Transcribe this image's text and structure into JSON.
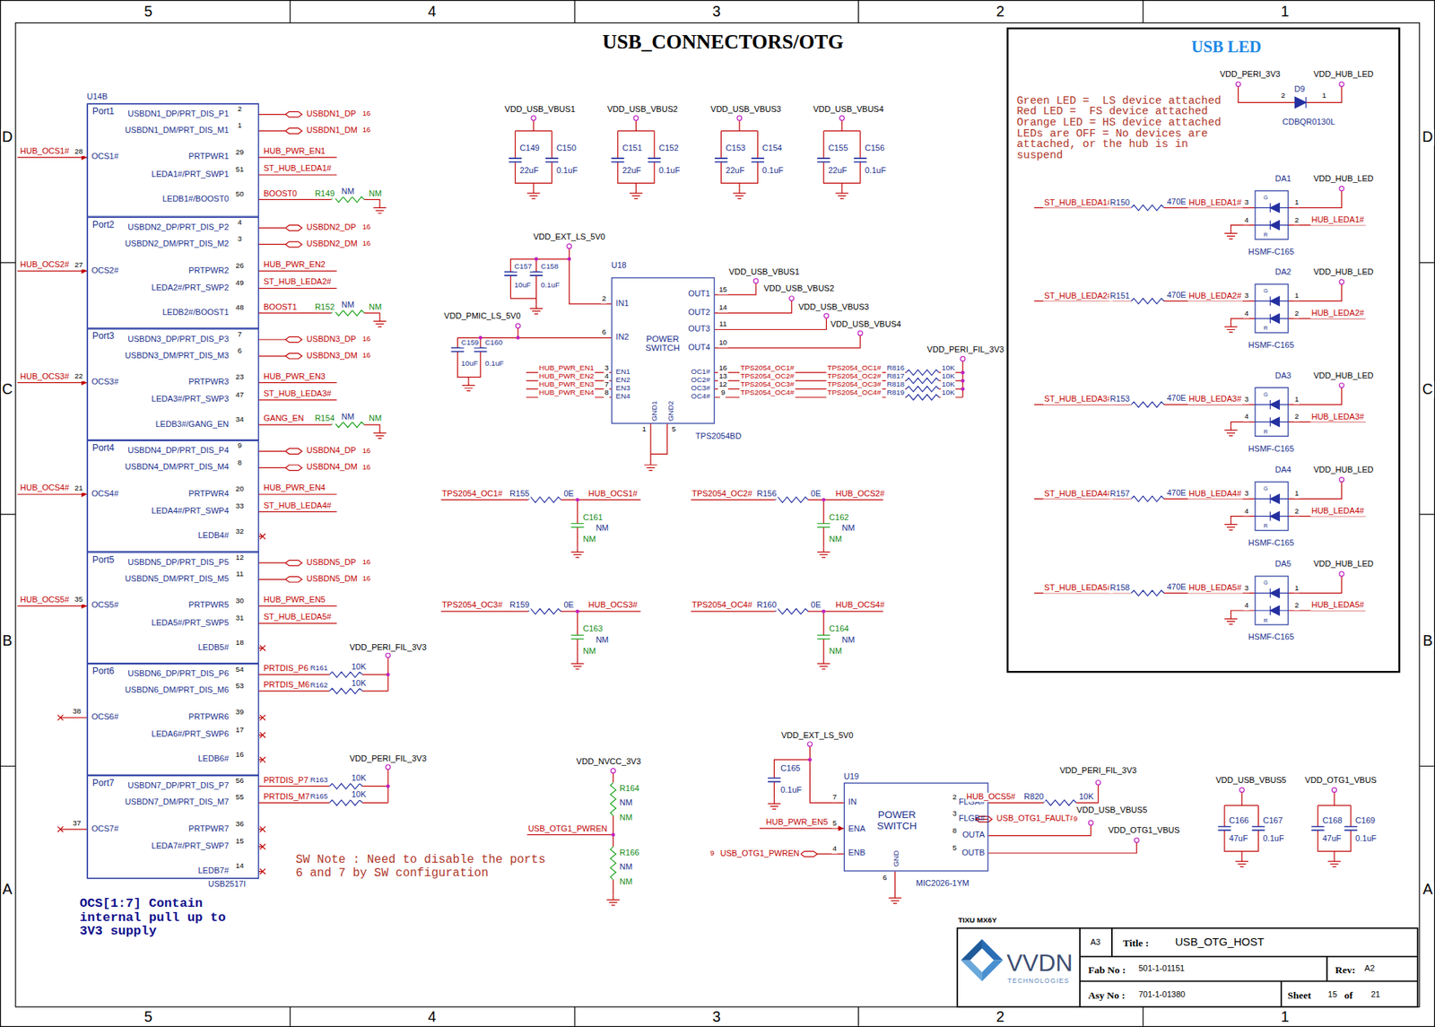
{
  "diagram": {
    "title": "USB_CONNECTORS/OTG",
    "nodes": [
      {
        "text": [
          "U14B",
          "USB2517I"
        ]
      },
      {
        "text": [
          "Port1",
          "USBDN1_DP/PRT_DIS_P1",
          "USBDN1_DM/PRT_DIS_M1",
          "OCS1#",
          "PRTPWR1",
          "LEDA1#/PRT_SWP1",
          "LEDB1#/BOOST0"
        ],
        "in": 0
      },
      {
        "text": [
          "Port2",
          "USBDN2_DP/PRT_DIS_P2",
          "USBDN2_DM/PRT_DIS_M2",
          "OCS2#",
          "PRTPWR2",
          "LEDA2#/PRT_SWP2",
          "LEDB2#/BOOST1"
        ],
        "in": 0
      },
      {
        "text": [
          "Port3",
          "USBDN3_DP/PRT_DIS_P3",
          "USBDN3_DM/PRT_DIS_M3",
          "OCS3#",
          "PRTPWR3",
          "LEDA3#/PRT_SWP3",
          "LEDB3#/GANG_EN"
        ],
        "in": 0
      },
      {
        "text": [
          "Port4",
          "USBDN4_DP/PRT_DIS_P4",
          "USBDN4_DM/PRT_DIS_M4",
          "OCS4#",
          "PRTPWR4",
          "LEDA4#/PRT_SWP4",
          "LEDB4#"
        ],
        "in": 0
      },
      {
        "text": [
          "Port5",
          "USBDN5_DP/PRT_DIS_P5",
          "USBDN5_DM/PRT_DIS_M5",
          "OCS5#",
          "PRTPWR5",
          "LEDA5#/PRT_SWP5",
          "LEDB5#"
        ],
        "in": 0
      },
      {
        "text": [
          "Port6",
          "USBDN6_DP/PRT_DIS_P6",
          "USBDN6_DM/PRT_DIS_M6",
          "OCS6#",
          "PRTPWR6",
          "LEDA6#/PRT_SWP6",
          "LEDB6#"
        ],
        "in": 0
      },
      {
        "text": [
          "Port7",
          "USBDN7_DP/PRT_DIS_P7",
          "USBDN7_DM/PRT_DIS_M7",
          "OCS7#",
          "PRTPWR7",
          "LEDA7#/PRT_SWP7",
          "LEDB7#"
        ],
        "in": 0
      },
      {
        "text": [
          "U18",
          "POWER SWITCH",
          "IN1",
          "IN2",
          "EN1",
          "EN2",
          "EN3",
          "EN4",
          "OUT1",
          "OUT2",
          "OUT3",
          "OUT4",
          "OC1#",
          "OC2#",
          "OC3#",
          "OC4#",
          "GND1",
          "GND2",
          "TPS2054BD"
        ]
      },
      {
        "text": [
          "U19",
          "POWER SWITCH",
          "IN",
          "ENA",
          "ENB",
          "GND",
          "FLGA#",
          "FLGB#",
          "OUTA",
          "OUTB",
          "MIC2026-1YM"
        ]
      },
      {
        "text": [
          "USB LED"
        ]
      },
      {
        "text": [
          "DA1",
          "G",
          "R",
          "HSMF-C165"
        ],
        "in": 10
      },
      {
        "text": [
          "DA2",
          "G",
          "R",
          "HSMF-C165"
        ],
        "in": 10
      },
      {
        "text": [
          "DA3",
          "G",
          "R",
          "HSMF-C165"
        ],
        "in": 10
      },
      {
        "text": [
          "DA4",
          "G",
          "R",
          "HSMF-C165"
        ],
        "in": 10
      },
      {
        "text": [
          "DA5",
          "G",
          "R",
          "HSMF-C165"
        ],
        "in": 10
      }
    ],
    "labels": [
      "5",
      "4",
      "3",
      "2",
      "1",
      "D",
      "C",
      "B",
      "A",
      "D",
      "C",
      "B",
      "A",
      "5",
      "4",
      "3",
      "2",
      "1",
      "28",
      "HUB_OCS1#",
      "2",
      "USBDN1_DP",
      "16",
      "1",
      "USBDN1_DM",
      "16",
      "29",
      "HUB_PWR_EN1",
      "51",
      "ST_HUB_LEDA1#",
      "50",
      "BOOST0",
      "R149",
      "NM",
      "NM",
      "27",
      "HUB_OCS2#",
      "4",
      "USBDN2_DP",
      "16",
      "3",
      "USBDN2_DM",
      "16",
      "26",
      "HUB_PWR_EN2",
      "49",
      "ST_HUB_LEDA2#",
      "48",
      "BOOST1",
      "R152",
      "NM",
      "NM",
      "22",
      "HUB_OCS3#",
      "7",
      "USBDN3_DP",
      "16",
      "6",
      "USBDN3_DM",
      "16",
      "23",
      "HUB_PWR_EN3",
      "47",
      "ST_HUB_LEDA3#",
      "34",
      "GANG_EN",
      "R154",
      "NM",
      "NM",
      "21",
      "HUB_OCS4#",
      "9",
      "USBDN4_DP",
      "16",
      "8",
      "USBDN4_DM",
      "16",
      "20",
      "HUB_PWR_EN4",
      "33",
      "ST_HUB_LEDA4#",
      "32",
      "35",
      "HUB_OCS5#",
      "12",
      "USBDN5_DP",
      "16",
      "11",
      "USBDN5_DM",
      "16",
      "30",
      "HUB_PWR_EN5",
      "31",
      "ST_HUB_LEDA5#",
      "18",
      "38",
      "54",
      "PRTDIS_P6",
      "R161",
      "10K",
      "53",
      "PRTDIS_M6",
      "R162",
      "10K",
      "VDD_PERI_FIL_3V3",
      "39",
      "17",
      "16",
      "37",
      "56",
      "PRTDIS_P7",
      "R163",
      "10K",
      "55",
      "PRTDIS_M7",
      "R165",
      "10K",
      "VDD_PERI_FIL_3V3",
      "36",
      "15",
      "14",
      "OCS[1:7] Contain internal pull up to 3V3 supply",
      "SW Note : Need to disable the ports 6 and 7 by SW configuration",
      "VDD_USB_VBUS1",
      "C149",
      "C150",
      "22uF",
      "0.1uF",
      "VDD_USB_VBUS2",
      "C151",
      "C152",
      "22uF",
      "0.1uF",
      "VDD_USB_VBUS3",
      "C153",
      "C154",
      "22uF",
      "0.1uF",
      "VDD_USB_VBUS4",
      "C155",
      "C156",
      "22uF",
      "0.1uF",
      "VDD_EXT_LS_5V0",
      "C157",
      "C158",
      "10uF",
      "0.1uF",
      "VDD_PMIC_LS_5V0",
      "C159",
      "C160",
      "10uF",
      "0.1uF",
      "2",
      "6",
      "HUB_PWR_EN1",
      "3",
      "HUB_PWR_EN2",
      "4",
      "HUB_PWR_EN3",
      "7",
      "HUB_PWR_EN4",
      "8",
      "15",
      "VDD_USB_VBUS1",
      "14",
      "VDD_USB_VBUS2",
      "11",
      "VDD_USB_VBUS3",
      "10",
      "VDD_USB_VBUS4",
      "16",
      "TPS2054_OC1#",
      "13",
      "TPS2054_OC2#",
      "12",
      "TPS2054_OC3#",
      "9",
      "TPS2054_OC4#",
      "TPS2054_OC1#",
      "R816",
      "10K",
      "TPS2054_OC2#",
      "R817",
      "10K",
      "TPS2054_OC3#",
      "R818",
      "10K",
      "TPS2054_OC4#",
      "R819",
      "10K",
      "VDD_PERI_FIL_3V3",
      "1",
      "5",
      "TPS2054_OC1#",
      "R155",
      "0E",
      "HUB_OCS1#",
      "C161",
      "NM",
      "NM",
      "TPS2054_OC2#",
      "R156",
      "0E",
      "HUB_OCS2#",
      "C162",
      "NM",
      "NM",
      "TPS2054_OC3#",
      "R159",
      "0E",
      "HUB_OCS3#",
      "C163",
      "NM",
      "NM",
      "TPS2054_OC4#",
      "R160",
      "0E",
      "HUB_OCS4#",
      "C164",
      "NM",
      "NM",
      "VDD_NVCC_3V3",
      "R164",
      "NM",
      "NM",
      "USB_OTG1_PWREN",
      "R166",
      "NM",
      "NM",
      "VDD_EXT_LS_5V0",
      "C165",
      "0.1uF",
      "7",
      "HUB_PWR_EN5",
      "5",
      "9",
      "USB_OTG1_PWREN",
      "4",
      "6",
      "2",
      "HUB_OCS5#",
      "R820",
      "10K",
      "VDD_PERI_FIL_3V3",
      "3",
      "USB_OTG1_FAULT#",
      "9",
      "8",
      "VDD_USB_VBUS5",
      "5",
      "VDD_OTG1_VBUS",
      "VDD_USB_VBUS5",
      "C166",
      "C167",
      "47uF",
      "0.1uF",
      "VDD_OTG1_VBUS",
      "C168",
      "C169",
      "47uF",
      "0.1uF",
      "VDD_PERI_3V3",
      "VDD_HUB_LED",
      "D9",
      "2",
      "1",
      "CDBQR0130L",
      "Green LED =  LS device attached Red LED =  FS device attached Orange LED = HS device attached LEDs are OFF = No devices are attached, or the hub is in suspend",
      "ST_HUB_LEDA1#",
      "R150",
      "470E",
      "HUB_LEDA1#",
      "3",
      "4",
      "1",
      "2",
      "VDD_HUB_LED",
      "HUB_LEDA1#",
      "ST_HUB_LEDA2#",
      "R151",
      "470E",
      "HUB_LEDA2#",
      "3",
      "4",
      "1",
      "2",
      "VDD_HUB_LED",
      "HUB_LEDA2#",
      "ST_HUB_LEDA3#",
      "R153",
      "470E",
      "HUB_LEDA3#",
      "3",
      "4",
      "1",
      "2",
      "VDD_HUB_LED",
      "HUB_LEDA3#",
      "ST_HUB_LEDA4#",
      "R157",
      "470E",
      "HUB_LEDA4#",
      "3",
      "4",
      "1",
      "2",
      "VDD_HUB_LED",
      "HUB_LEDA4#",
      "ST_HUB_LEDA5#",
      "R158",
      "470E",
      "HUB_LEDA5#",
      "3",
      "4",
      "1",
      "2",
      "VDD_HUB_LED",
      "HUB_LEDA5#",
      "TIXU MX6Y",
      "VVDN",
      "TECHNOLOGIES",
      "A3",
      "Title :",
      "USB_OTG_HOST",
      "Fab No :",
      "501-1-01151",
      "Rev:",
      "A2",
      "Asy No :",
      "701-1-01380",
      "Sheet",
      "15",
      "of",
      "21"
    ]
  }
}
